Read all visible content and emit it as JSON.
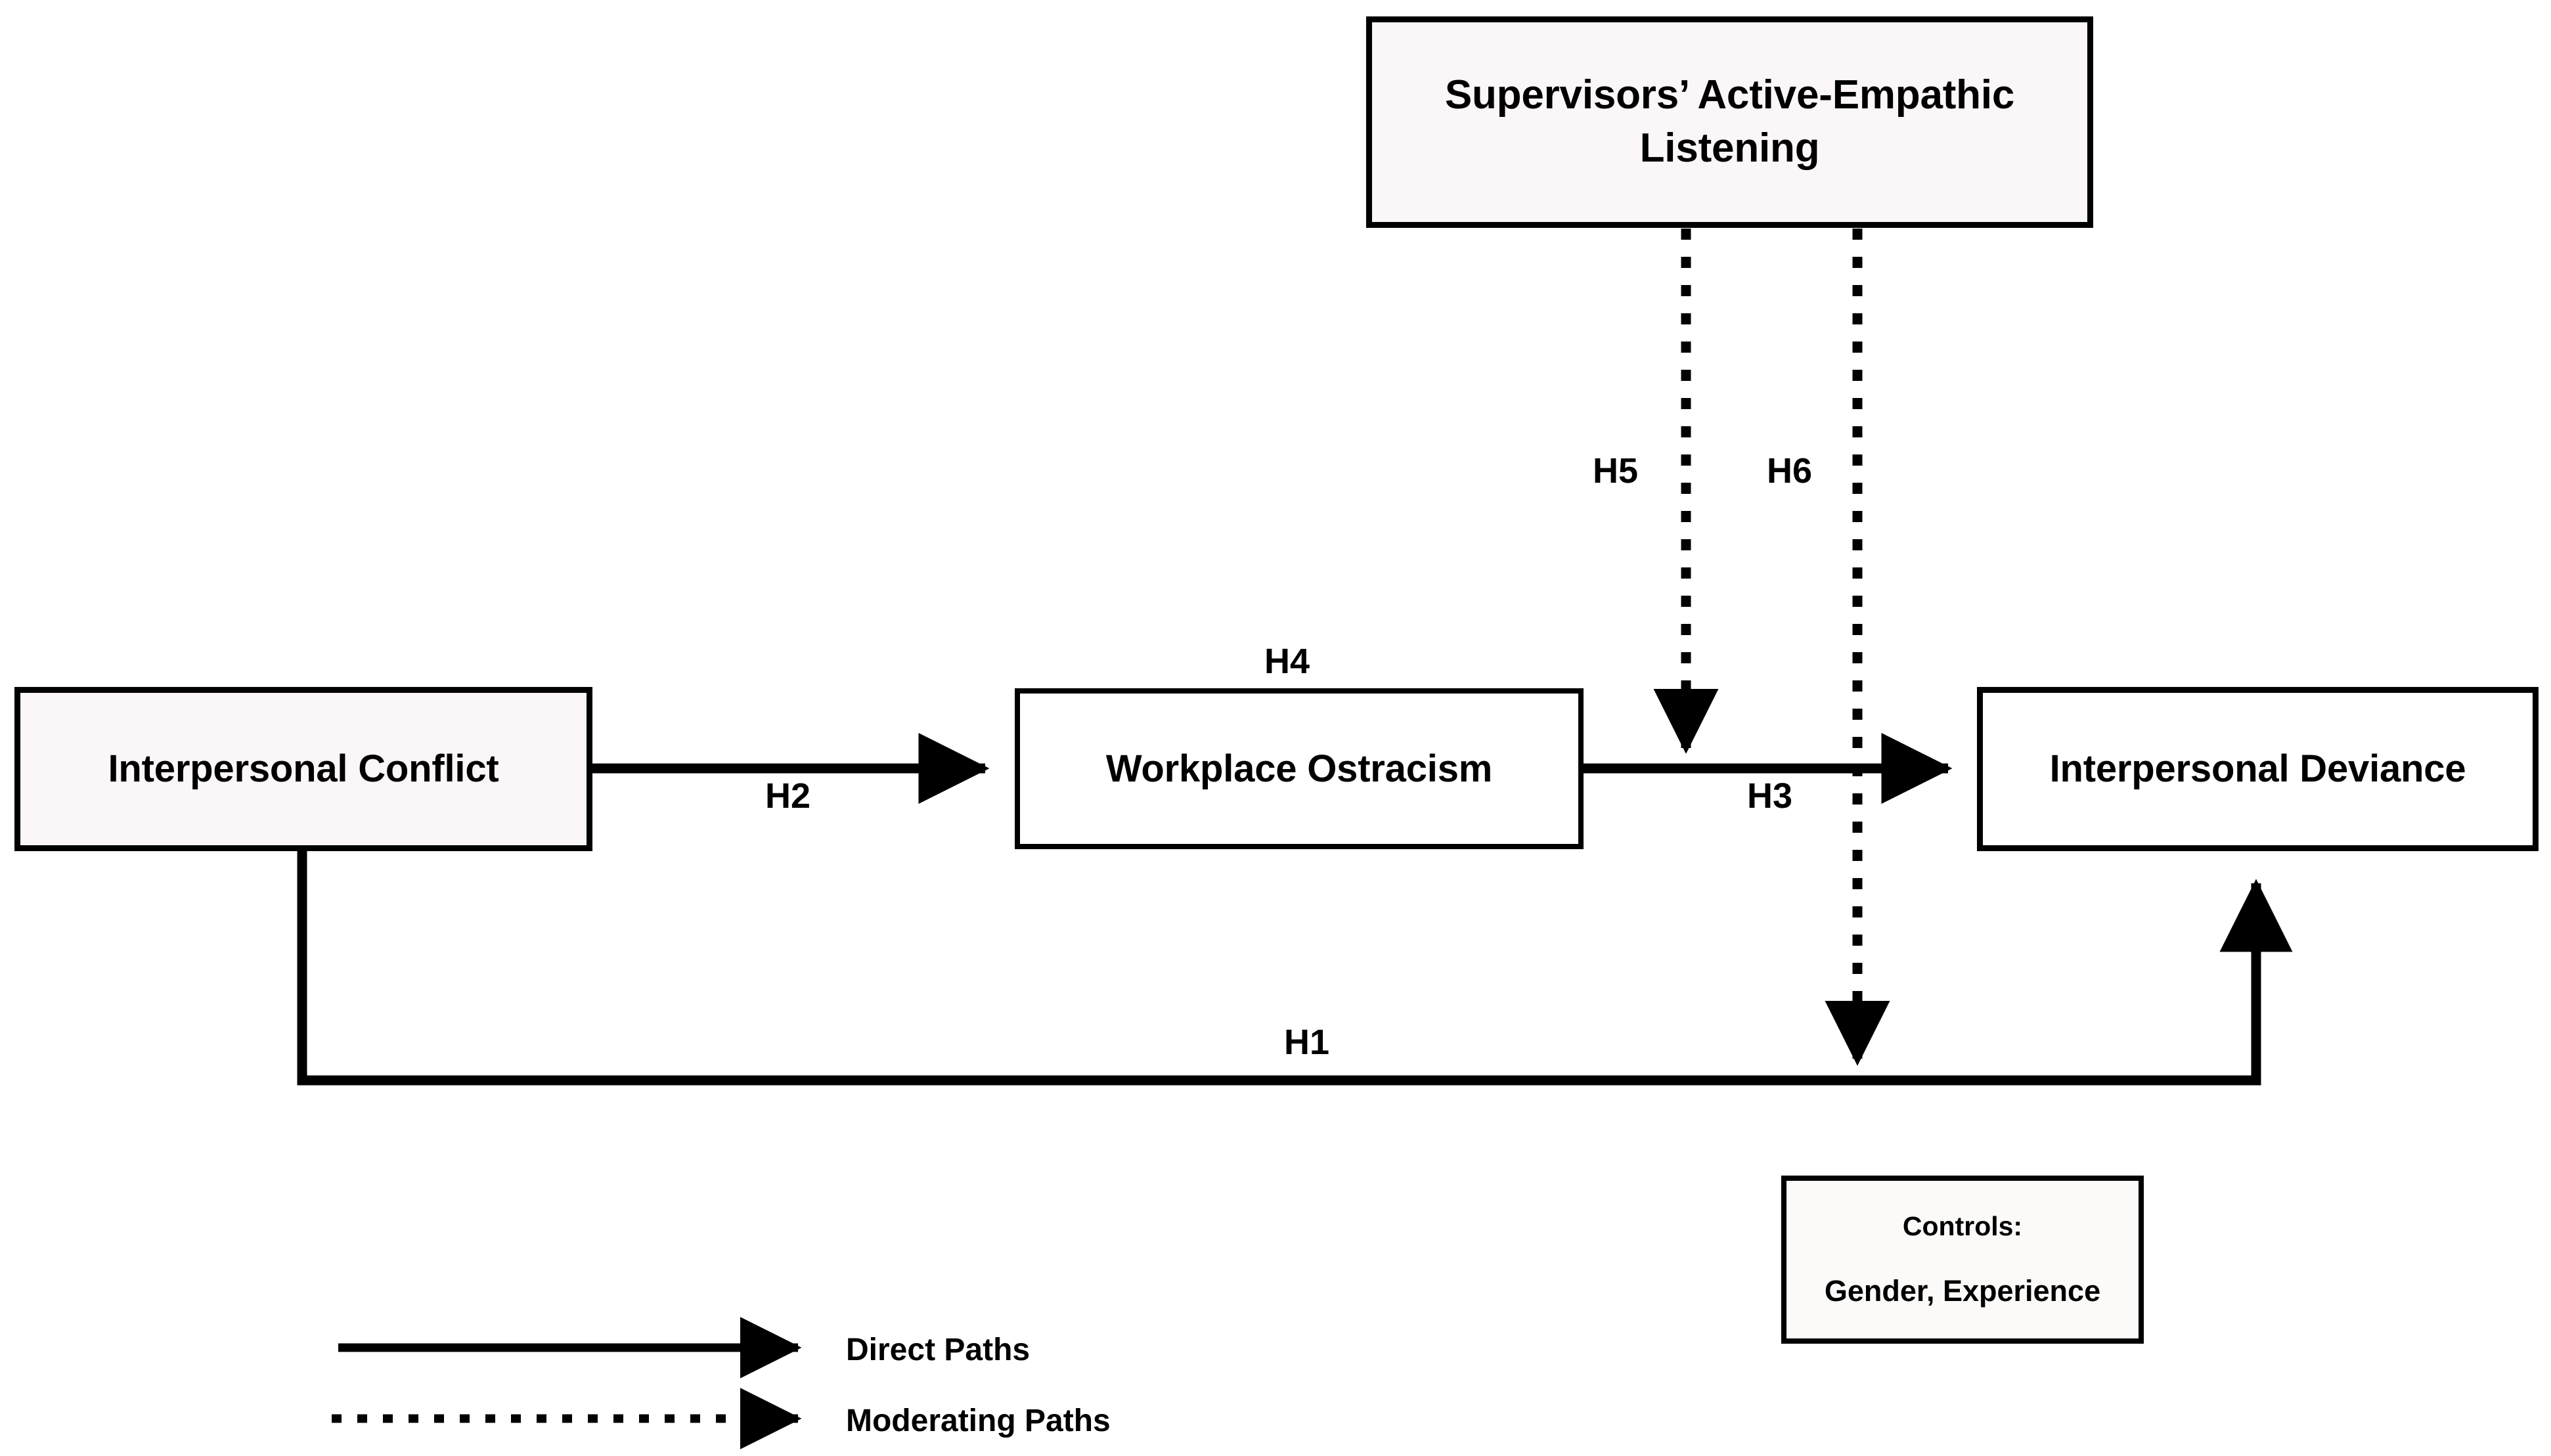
{
  "diagram": {
    "type": "conceptual-research-model",
    "background_color": "#ffffff",
    "line_color": "#000000",
    "tinted_fill": "#fbf6f7",
    "plain_fill": "#ffffff"
  },
  "nodes": {
    "moderator": {
      "label": "Supervisors’ Active-Empathic Listening",
      "line1": "Supervisors’ Active-Empathic",
      "line2": "Listening",
      "fill": "#fbf6f7"
    },
    "independent": {
      "label": "Interpersonal Conflict",
      "fill": "#fbf6f7"
    },
    "mediator": {
      "label": "Workplace Ostracism",
      "fill": "#ffffff"
    },
    "dependent": {
      "label": "Interpersonal Deviance",
      "fill": "#ffffff"
    },
    "controls": {
      "heading": "Controls:",
      "values": "Gender, Experience",
      "fill": "#fbfaf8"
    }
  },
  "paths": [
    {
      "id": "H1",
      "label": "H1",
      "style": "direct",
      "from": "Interpersonal Conflict",
      "to": "Interpersonal Deviance"
    },
    {
      "id": "H2",
      "label": "H2",
      "style": "direct",
      "from": "Interpersonal Conflict",
      "to": "Workplace Ostracism"
    },
    {
      "id": "H3",
      "label": "H3",
      "style": "direct",
      "from": "Workplace Ostracism",
      "to": "Interpersonal Deviance"
    },
    {
      "id": "H4",
      "label": "H4",
      "style": "direct",
      "from": "Interpersonal Conflict",
      "to": "Interpersonal Deviance",
      "via": "Workplace Ostracism"
    },
    {
      "id": "H5",
      "label": "H5",
      "style": "moderating",
      "from": "Supervisors’ Active-Empathic Listening",
      "to": "H3 path"
    },
    {
      "id": "H6",
      "label": "H6",
      "style": "moderating",
      "from": "Supervisors’ Active-Empathic Listening",
      "to": "H1 path"
    }
  ],
  "legend": {
    "items": [
      {
        "label": "Direct Paths",
        "style": "solid-arrow"
      },
      {
        "label": "Moderating Paths",
        "style": "dotted-arrow"
      }
    ]
  }
}
